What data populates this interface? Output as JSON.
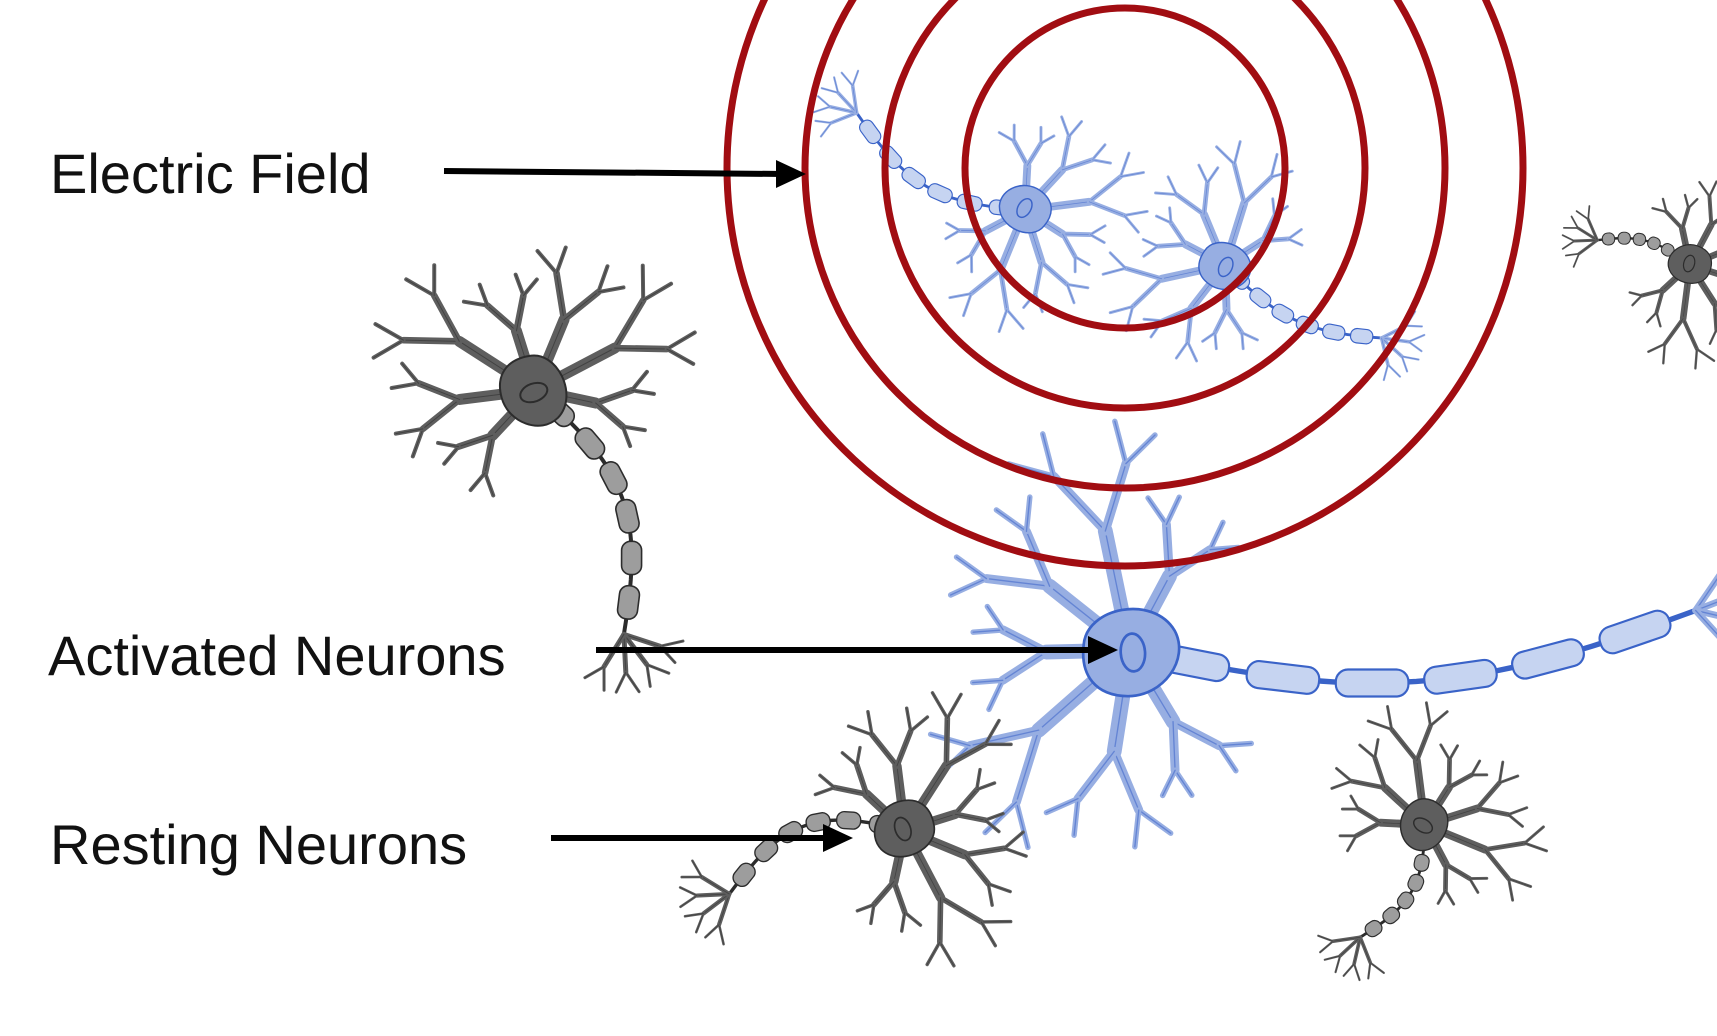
{
  "labels": {
    "electric_field": "Electric Field",
    "activated_neurons": "Activated Neurons",
    "resting_neurons": "Resting Neurons"
  },
  "colors": {
    "field_ring": "#a10d12",
    "activated_fill": "#97aee2",
    "activated_stroke": "#3a63c8",
    "activated_segment": "#c6d4f1",
    "resting_fill": "#5e5e5e",
    "resting_stroke": "#2c2c2c",
    "resting_segment": "#9d9d9d",
    "arrow": "#000000",
    "text": "#111111",
    "background": "#ffffff"
  },
  "field": {
    "ring_count": 4
  },
  "neurons": {
    "activated_count": 3,
    "resting_count": 4
  }
}
